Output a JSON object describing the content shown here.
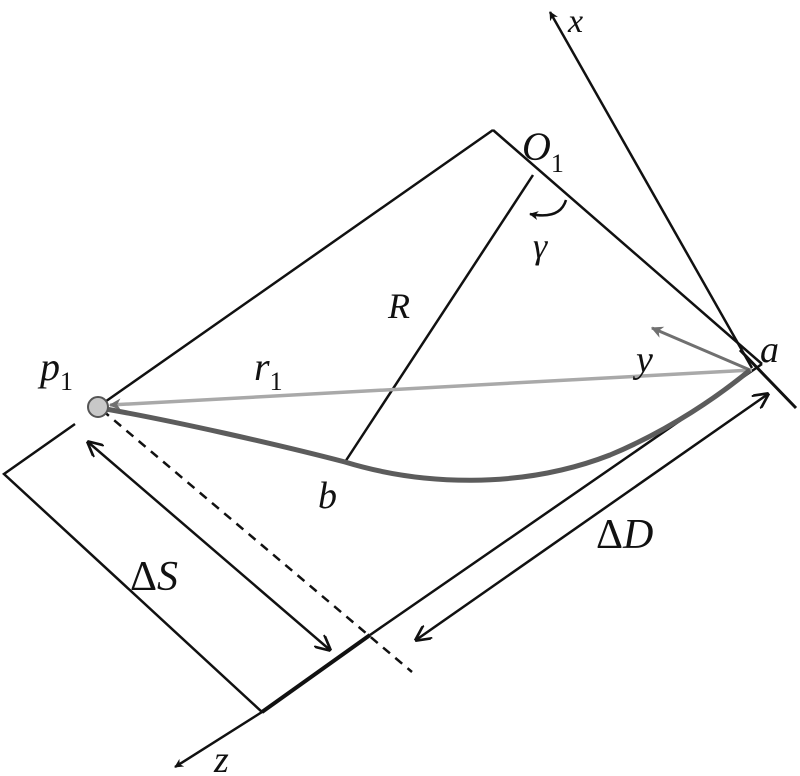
{
  "labels": {
    "x": "x",
    "y": "y",
    "z": "z",
    "O": "O",
    "O_sub": "1",
    "gamma": "γ",
    "R": "R",
    "p": "p",
    "p_sub": "1",
    "r": "r",
    "r_sub": "1",
    "a": "a",
    "b": "b",
    "delta_S_sym": "Δ",
    "delta_S_var": "S",
    "delta_D_sym": "Δ",
    "delta_D_var": "D"
  },
  "colors": {
    "line": "#111111",
    "ray": "#a9a9a9",
    "curve": "#5c5c5c",
    "y_axis": "#707070",
    "point_fill": "#c8c8c8"
  }
}
